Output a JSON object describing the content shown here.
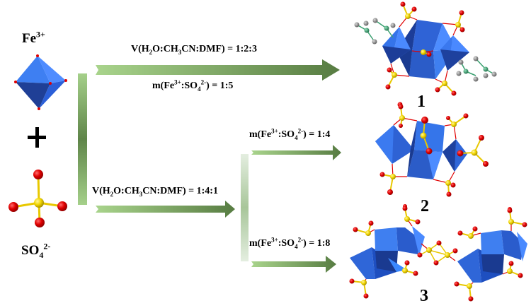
{
  "reactants": {
    "iron": {
      "symbol": "Fe",
      "charge": "3+",
      "icon": "fe-octahedron-icon"
    },
    "operator": "+",
    "sulfate": {
      "symbol": "SO",
      "subscript": "4",
      "charge": "2-",
      "icon": "sulfate-tetrahedron-icon"
    }
  },
  "conditions": {
    "route1": {
      "solvent_prefix": "V(H",
      "solvent_sub1": "2",
      "solvent_mid": "O:CH",
      "solvent_sub2": "3",
      "solvent_suffix": "CN:DMF) = 1:2:3",
      "ratio_prefix": "m(Fe",
      "ratio_sup1": "3+",
      "ratio_mid": ":SO",
      "ratio_sub": "4",
      "ratio_sup2": "2-",
      "ratio_suffix": ") = 1:5"
    },
    "route_shared": {
      "solvent_prefix": "V(H",
      "solvent_sub1": "2",
      "solvent_mid": "O:CH",
      "solvent_sub2": "3",
      "solvent_suffix": "CN:DMF) = 1:4:1"
    },
    "route2": {
      "ratio_prefix": "m(Fe",
      "ratio_sup1": "3+",
      "ratio_mid": ":SO",
      "ratio_sub": "4",
      "ratio_sup2": "2-",
      "ratio_suffix": ") = 1:4"
    },
    "route3": {
      "ratio_prefix": "m(Fe",
      "ratio_sup1": "3+",
      "ratio_mid": ":SO",
      "ratio_sub": "4",
      "ratio_sup2": "2-",
      "ratio_suffix": ") = 1:8"
    }
  },
  "products": [
    {
      "label": "1",
      "icon": "cluster-1-structure-icon"
    },
    {
      "label": "2",
      "icon": "cluster-2-structure-icon"
    },
    {
      "label": "3",
      "icon": "cluster-3-chain-structure-icon"
    }
  ],
  "colors": {
    "arrow_light": "#a6d18a",
    "arrow_dark": "#5b7f45",
    "polyhedron_light": "#3d7ef0",
    "polyhedron_dark": "#1a3f9e",
    "oxygen": "#e00000",
    "sulfur": "#f2d600",
    "carbon": "#8a8a8a",
    "nitrogen": "#2e9a6a"
  }
}
